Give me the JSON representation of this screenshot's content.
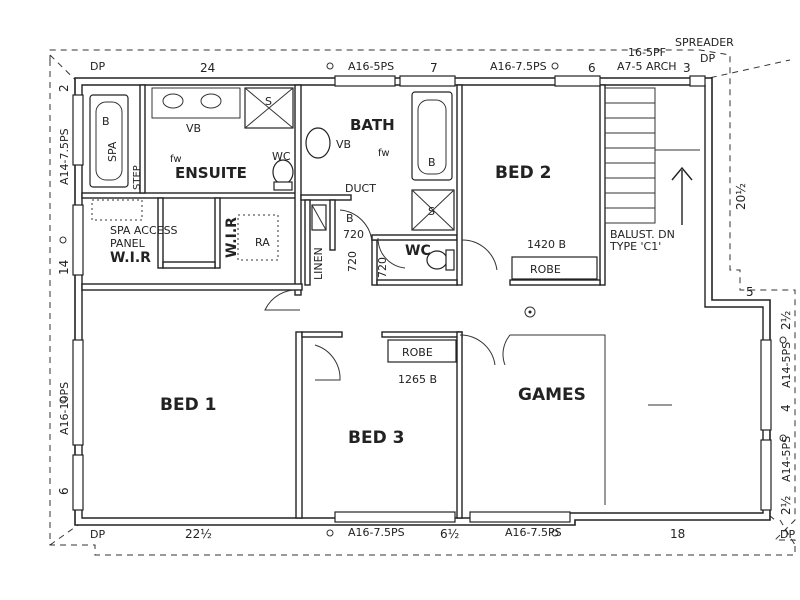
{
  "rooms": {
    "bed1": "BED 1",
    "bed2": "BED 2",
    "bed3": "BED 3",
    "games": "GAMES",
    "bath": "BATH",
    "ensuite": "ENSUITE",
    "wir_left": "W.I.R",
    "wir_right": "W.I.R",
    "wc": "WC",
    "linen": "LINEN",
    "robe_bed2": "ROBE",
    "robe_bed3": "ROBE"
  },
  "fixtures": {
    "spa": "SPA",
    "step": "STEP",
    "vb_ensuite": "VB",
    "vb_bath": "VB",
    "wc_ensuite": "WC",
    "s_top": "S",
    "s_bath": "S",
    "b_bath": "B",
    "b_spa": "B",
    "fw_ensuite": "fw",
    "fw_bath": "fw",
    "ra": "RA",
    "duct": "DUCT"
  },
  "notes": {
    "spa_access": "SPA ACCESS",
    "panel": "PANEL",
    "balust": "BALUST. DN",
    "type": "TYPE 'C1'",
    "robe_bed2_size": "1420 B",
    "robe_bed3_size": "1265 B",
    "spreader": "SPREADER",
    "dim_720a": "720",
    "dim_720b": "720",
    "dim_720c": "720",
    "door_b": "B"
  },
  "dimensions": {
    "top": [
      "24",
      "7",
      "6",
      "3"
    ],
    "top_windows": [
      "A16-5PS",
      "A16-7.5PS",
      "A7-5 ARCH"
    ],
    "top_right": "16-5PF",
    "bottom": [
      "22½",
      "6½",
      "18"
    ],
    "bottom_windows": [
      "A16-7.5PS",
      "A16-7.5PS"
    ],
    "left": [
      "2",
      "14",
      "6"
    ],
    "left_windows": [
      "A14-7.5PS",
      "A16-10PS"
    ],
    "right": [
      "20½",
      "5",
      "2½",
      "4",
      "2½"
    ],
    "right_windows": [
      "A14-5PS",
      "A14-5PS"
    ],
    "dp": "DP"
  }
}
